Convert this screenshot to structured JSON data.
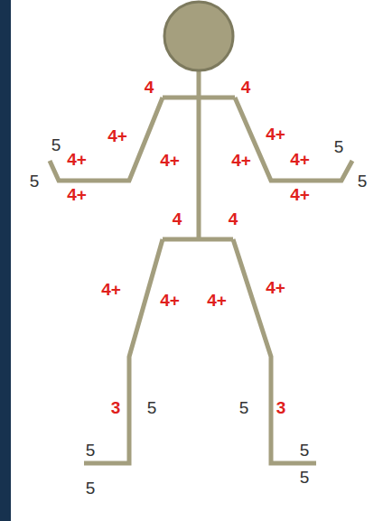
{
  "diagram": {
    "labels": [
      "4",
      "4",
      "4+",
      "4+",
      "5",
      "5",
      "4+",
      "4+",
      "4+",
      "4+",
      "5",
      "5",
      "4+",
      "4+",
      "4",
      "4",
      "4+",
      "4+",
      "4+",
      "4+",
      "3",
      "5",
      "5",
      "3",
      "5",
      "5",
      "5",
      "5"
    ]
  }
}
